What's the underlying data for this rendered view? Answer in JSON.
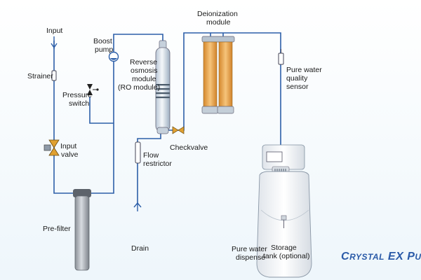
{
  "labels": {
    "input": "Input",
    "strainer": "Strainer",
    "boost_pump_1": "Boost",
    "boost_pump_2": "pump",
    "pressure_switch_1": "Pressure",
    "pressure_switch_2": "switch",
    "input_valve_1": "Input",
    "input_valve_2": "valve",
    "pre_filter": "Pre-filter",
    "ro_1": "Reverse",
    "ro_2": "osmosis",
    "ro_3": "module",
    "ro_4": "(RO module)",
    "flow_restrictor_1": "Flow",
    "flow_restrictor_2": "restrictor",
    "drain": "Drain",
    "checkvalve": "Checkvalve",
    "deionization_1": "Deionization",
    "deionization_2": "module",
    "pure_water_sensor_1": "Pure water",
    "pure_water_sensor_2": "quality",
    "pure_water_sensor_3": "sensor",
    "storage_tank_1": "Storage",
    "storage_tank_2": "tank (optional)",
    "pure_water_dispense_1": "Pure water",
    "pure_water_dispense_2": "dispense"
  },
  "brand": {
    "name": "Crystal EX Pure"
  },
  "colors": {
    "pipe": "#2d5fa8",
    "brand": "#2a5aa8",
    "deionization_resin": "#e8a640"
  }
}
